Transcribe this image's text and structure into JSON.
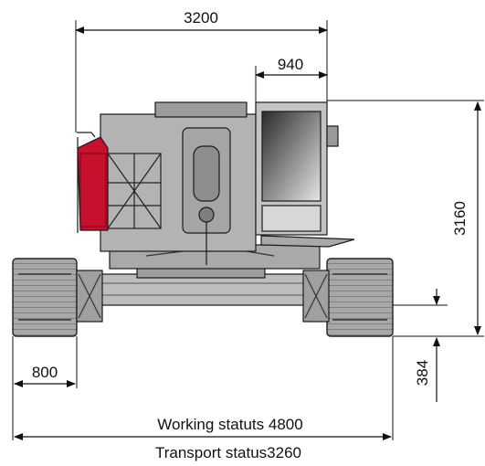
{
  "dimensions": {
    "overall_width": "3200",
    "cab_width": "940",
    "height": "3160",
    "side_width": "800",
    "ground_clearance": "384"
  },
  "captions": {
    "working": "Working statuts 4800",
    "transport": "Transport status3260"
  },
  "colors": {
    "accent_red": "#c8102e",
    "line": "#1a1a1a",
    "body_gray": "#b9b9b9",
    "track_gray": "#a3a3a3"
  }
}
